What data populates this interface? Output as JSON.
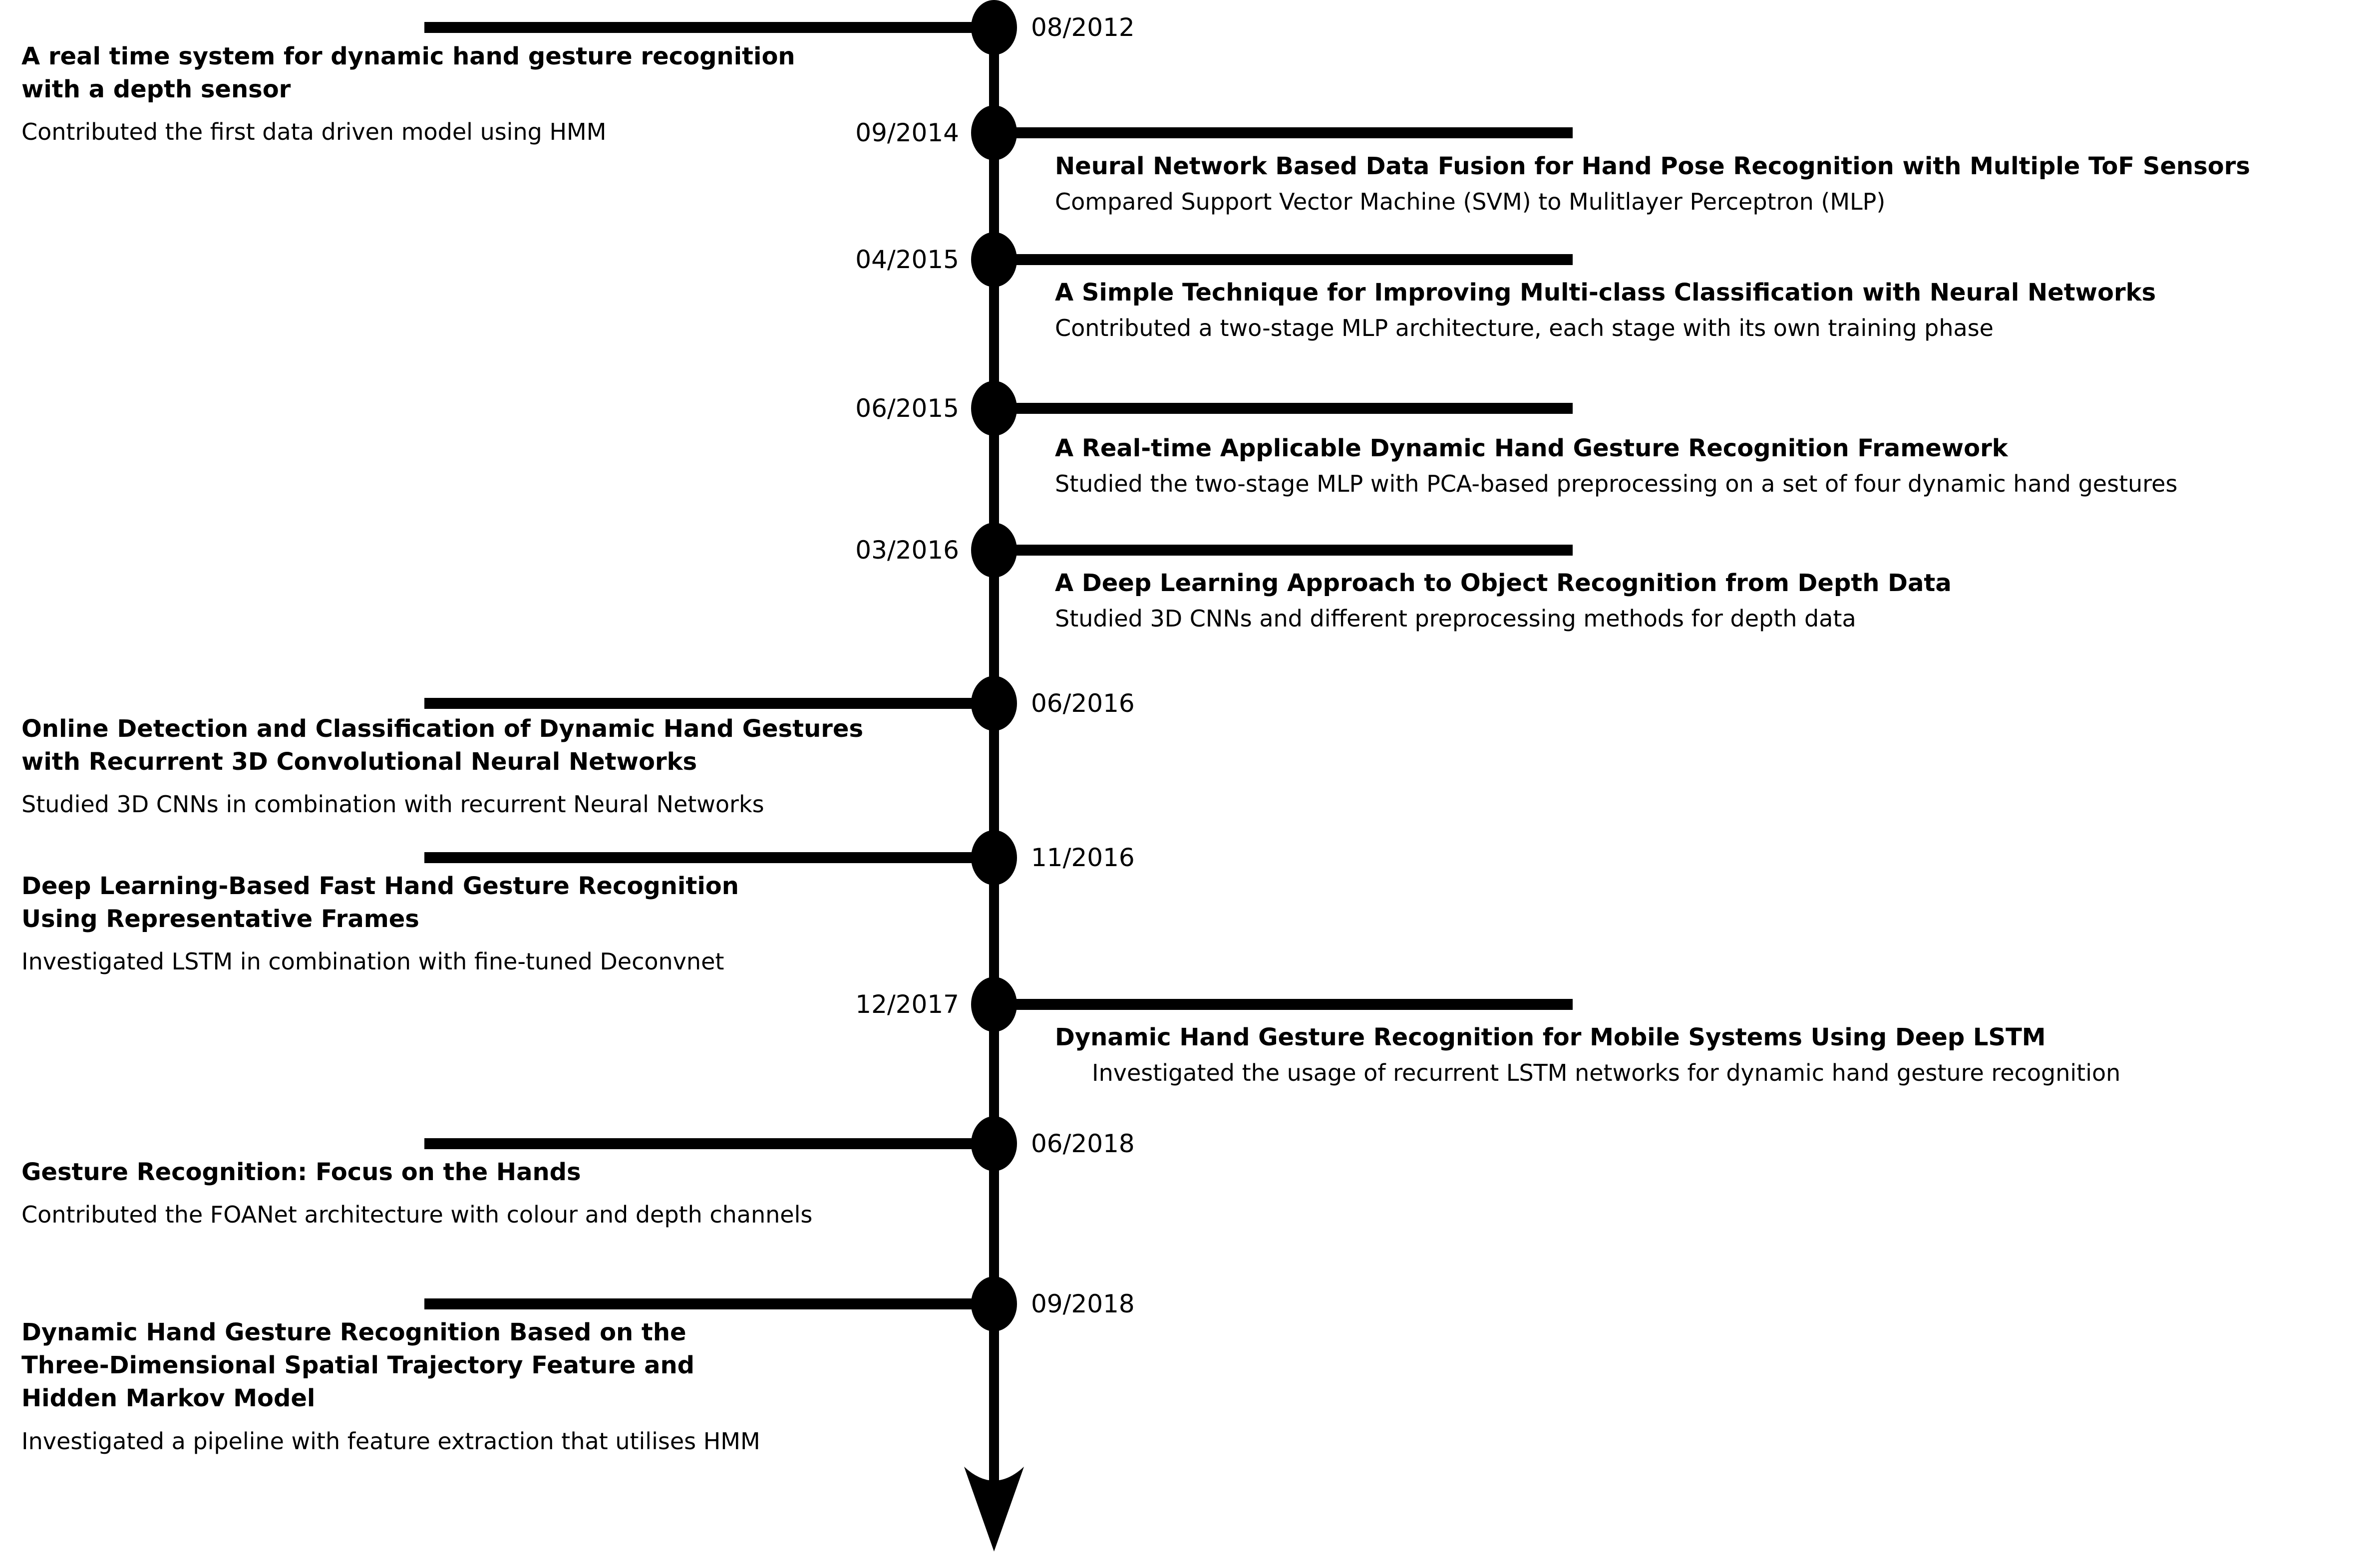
{
  "page": {
    "background": "#ffffff",
    "ink": "#000000"
  },
  "timeline": {
    "axis_orientation": "vertical",
    "arrow_direction": "down",
    "entries": [
      {
        "date": "08/2012",
        "side": "left",
        "title": "A real time system for dynamic hand gesture recognition\nwith a depth sensor",
        "description": "Contributed the first data driven model using HMM"
      },
      {
        "date": "09/2014",
        "side": "right",
        "title": "Neural Network Based Data Fusion for Hand Pose Recognition with Multiple ToF Sensors",
        "description": "Compared Support Vector Machine (SVM) to Mulitlayer Perceptron (MLP)"
      },
      {
        "date": "04/2015",
        "side": "right",
        "title": "A Simple Technique for Improving Multi-class Classification with Neural Networks",
        "description": "Contributed a two-stage MLP architecture, each stage with its own training phase"
      },
      {
        "date": "06/2015",
        "side": "right",
        "title": "A Real-time Applicable Dynamic Hand Gesture Recognition Framework",
        "description": "Studied the two-stage MLP with PCA-based preprocessing on a set of four dynamic hand gestures"
      },
      {
        "date": "03/2016",
        "side": "right",
        "title": "A Deep Learning Approach to Object Recognition from Depth Data",
        "description": "Studied 3D CNNs and different preprocessing methods for depth data"
      },
      {
        "date": "06/2016",
        "side": "left",
        "title": "Online Detection and Classification of Dynamic Hand Gestures\nwith Recurrent 3D Convolutional Neural Networks",
        "description": "Studied 3D CNNs in combination with recurrent Neural Networks"
      },
      {
        "date": "11/2016",
        "side": "left",
        "title": "Deep Learning-Based Fast Hand Gesture Recognition\nUsing Representative Frames",
        "description": "Investigated LSTM in combination with fine-tuned Deconvnet"
      },
      {
        "date": "12/2017",
        "side": "right",
        "title": "Dynamic Hand Gesture Recognition for Mobile Systems Using Deep LSTM",
        "description": "Investigated the usage of recurrent LSTM networks for dynamic hand gesture recognition"
      },
      {
        "date": "06/2018",
        "side": "left",
        "title": "Gesture Recognition: Focus on the Hands",
        "description": "Contributed the FOANet architecture with colour and depth channels"
      },
      {
        "date": "09/2018",
        "side": "left",
        "title": "Dynamic Hand Gesture Recognition Based on the\nThree-Dimensional Spatial Trajectory Feature and\nHidden Markov Model",
        "description": "Investigated a pipeline with feature extraction that utilises HMM"
      }
    ]
  }
}
